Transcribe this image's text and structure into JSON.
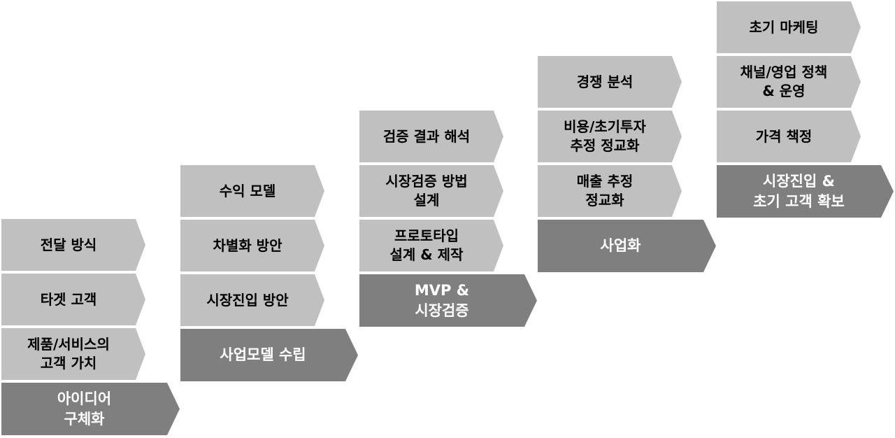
{
  "colors": {
    "sub_fill": "#c0c0c0",
    "main_fill": "#7f7f7f",
    "sub_text": "#000000",
    "main_text": "#ffffff"
  },
  "stage1": {
    "items": [
      "전달 방식",
      "타겟 고객",
      "제품/서비스의\n고객 가치"
    ],
    "main": "아이디어\n구체화"
  },
  "stage2": {
    "items": [
      "수익 모델",
      "차별화 방안",
      "시장진입 방안"
    ],
    "main": "사업모델 수립"
  },
  "stage3": {
    "items": [
      "검증 결과 해석",
      "시장검증 방법\n설계",
      "프로토타입\n설계 & 제작"
    ],
    "main": "MVP &\n시장검증"
  },
  "stage4": {
    "items": [
      "경쟁 분석",
      "비용/초기투자\n추정 정교화",
      "매출 추정\n정교화"
    ],
    "main": "사업화"
  },
  "stage5": {
    "items": [
      "초기 마케팅",
      "채널/영업 정책\n& 운영",
      "가격 책정"
    ],
    "main": "시장진입 &\n초기 고객 확보"
  }
}
